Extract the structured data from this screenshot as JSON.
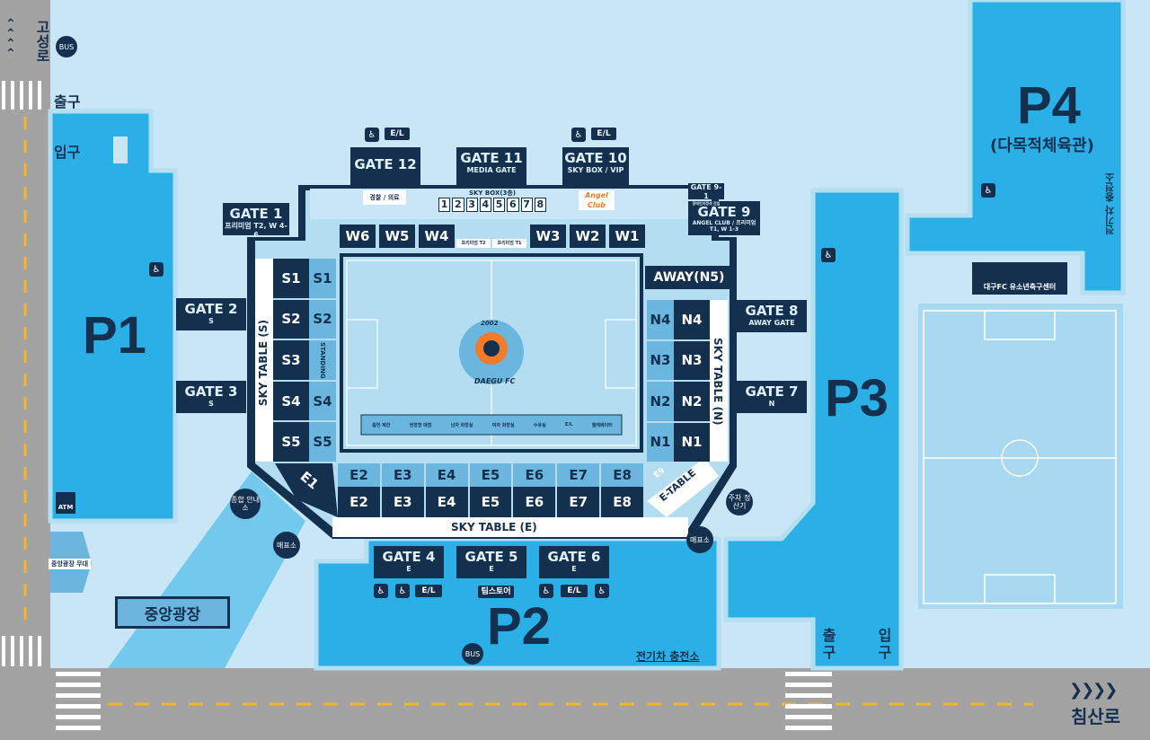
{
  "roads": {
    "left_road": "고성로",
    "bottom_road": "침산로",
    "exit_top": "출구",
    "entrance_top": "입구",
    "exit_bottom": "출구",
    "entrance_bottom": "입구"
  },
  "parking": {
    "p1": "P1",
    "p2": "P2",
    "p3": "P3",
    "p4": "P4",
    "p4_sub": "(다목적체육관)"
  },
  "gates": {
    "g1": {
      "label": "GATE 1",
      "sub": "프리미엄 T2, W 4-6"
    },
    "g2": {
      "label": "GATE 2",
      "sub": "S"
    },
    "g3": {
      "label": "GATE 3",
      "sub": "S"
    },
    "g4": {
      "label": "GATE 4",
      "sub": "E"
    },
    "g5": {
      "label": "GATE 5",
      "sub": "E"
    },
    "g6": {
      "label": "GATE 6",
      "sub": "E"
    },
    "g7": {
      "label": "GATE 7",
      "sub": "N"
    },
    "g8": {
      "label": "GATE 8",
      "sub": "AWAY GATE"
    },
    "g9": {
      "label": "GATE 9",
      "sub": "ANGEL CLUB / 프리미엄 T1, W 1-3"
    },
    "g91": {
      "label": "GATE 9-1",
      "sub": "장애인지정석 진입"
    },
    "g10": {
      "label": "GATE 10",
      "sub": "SKY BOX / VIP"
    },
    "g11": {
      "label": "GATE 11",
      "sub": "MEDIA GATE"
    },
    "g12": {
      "label": "GATE 12"
    }
  },
  "sections": {
    "w": [
      "W6",
      "W5",
      "W4",
      "W3",
      "W2",
      "W1"
    ],
    "premium_t2": "프리미엄 T2",
    "premium_t1": "프리미엄 T1",
    "skybox": "SKY BOX(3층)",
    "skybox_nums": [
      "1",
      "2",
      "3",
      "4",
      "5",
      "6",
      "7",
      "8"
    ],
    "police": "경찰 / 의료",
    "angel_club": "Angel Club",
    "s_upper": [
      "S1",
      "S2",
      "S3",
      "S4",
      "S5"
    ],
    "s_lower": [
      "S1",
      "S2",
      "STANDING",
      "S4",
      "S5"
    ],
    "n_upper": [
      "N4",
      "N3",
      "N2",
      "N1"
    ],
    "n_lower": [
      "N4",
      "N3",
      "N2",
      "N1"
    ],
    "away": "AWAY(N5)",
    "e_upper": [
      "E2",
      "E3",
      "E4",
      "E5",
      "E6",
      "E7",
      "E8"
    ],
    "e_lower": [
      "E2",
      "E3",
      "E4",
      "E5",
      "E6",
      "E7",
      "E8"
    ],
    "e1": "E1",
    "e9": "E9",
    "e_table": "E-TABLE",
    "sky_table_s": "SKY TABLE (S)",
    "sky_table_n": "SKY TABLE (N)",
    "sky_table_e": "SKY TABLE (E)"
  },
  "facilities": {
    "el": "E/L",
    "ticket1": "매표소",
    "ticket2": "매표소",
    "info": "종합 안내소",
    "pay": "주차 정산기",
    "teamstore": "팀스토어",
    "ev_bottom": "전기차 충전소",
    "ev_right": "전기차 충전소",
    "stage": "중앙광장 무대",
    "plaza": "중앙광장",
    "atm": "ATM",
    "bus": "BUS",
    "youth_center": "대구FC 유소년축구센터"
  },
  "legend": [
    "흡연 제한",
    "현장형 매점",
    "남자 화장실",
    "여자 화장실",
    "수유실",
    "E/L",
    "엘레베이터"
  ],
  "logo_text": "DAEGU FC",
  "logo_year": "2002",
  "colors": {
    "background": "#c9e6f6",
    "parking": "#2ab0e6",
    "navy": "#14304f",
    "section_mid": "#6ab6de",
    "pitch": "#b4ddf1",
    "road": "#a3a3a3",
    "road_line": "#f5b62a"
  }
}
